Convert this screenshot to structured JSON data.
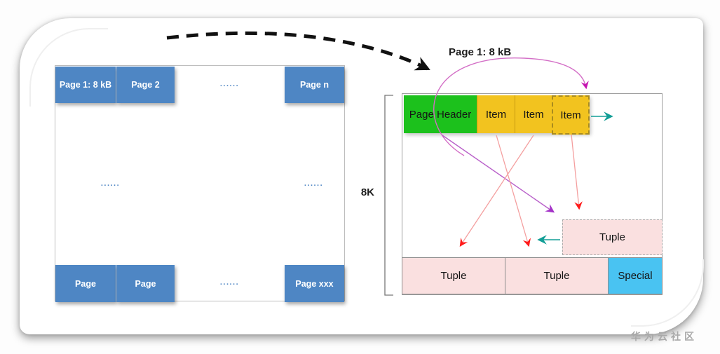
{
  "watermark": "华为云社区",
  "colors": {
    "blue": "#4E86C4",
    "green": "#1CC11C",
    "gold": "#F2C31F",
    "pink": "#FAE0E0",
    "cyan": "#49C3F2",
    "red": "#FF1A1A",
    "red-line": "#F49F9F",
    "teal": "#129E96",
    "purple": "#A432C8",
    "magenta": "#C515B1",
    "line-gray": "#9E9E9E"
  },
  "disk": {
    "dots": "......",
    "top_pages": [
      "Page 1: 8 kB",
      "Page 2",
      "Page n"
    ],
    "bottom_pages": [
      "Page",
      "Page",
      "Page xxx"
    ]
  },
  "page_detail": {
    "title": "Page 1: 8 kB",
    "size_label": "8K",
    "header": "Page Header",
    "items": [
      "Item",
      "Item",
      "Item"
    ],
    "free_tuple": "Tuple",
    "tuples": [
      "Tuple",
      "Tuple"
    ],
    "special": "Special"
  }
}
